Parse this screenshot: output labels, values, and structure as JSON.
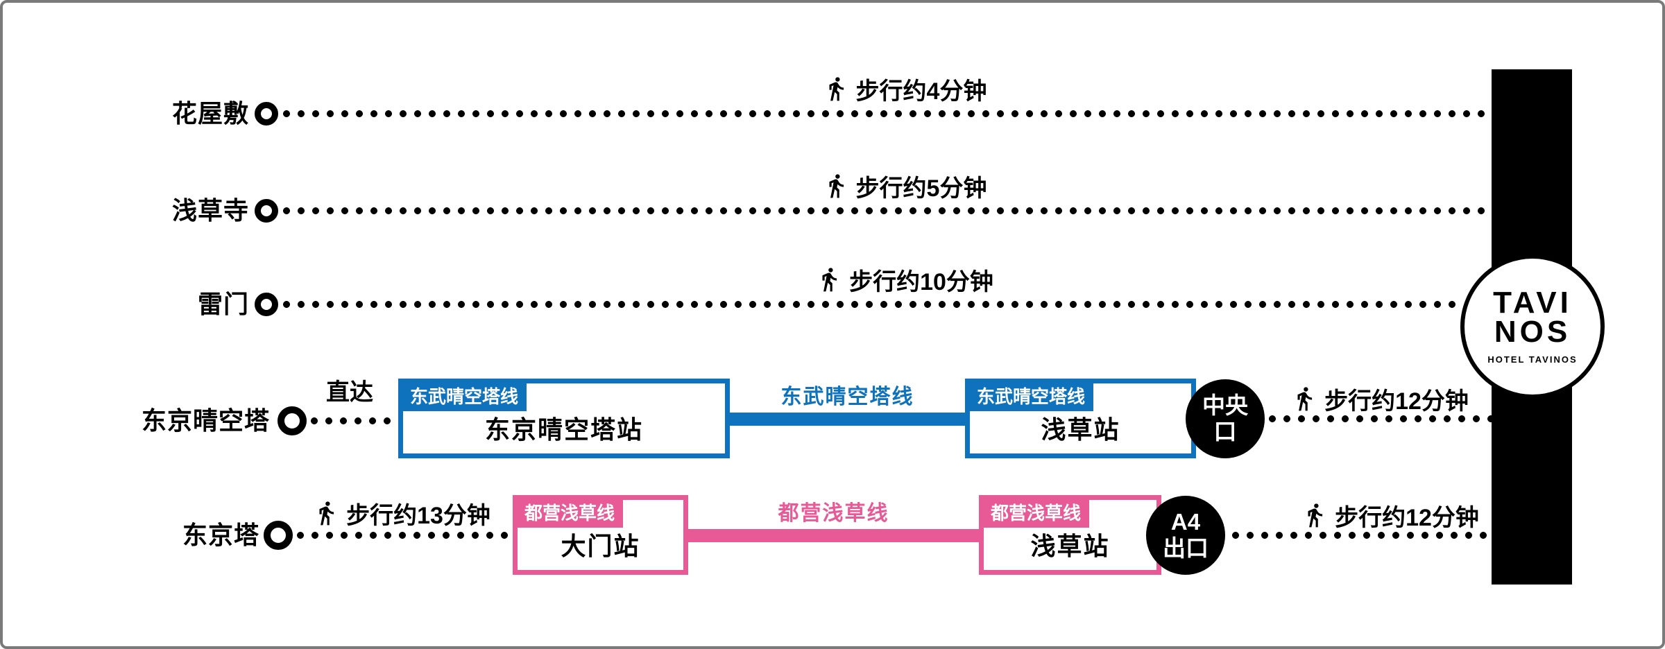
{
  "colors": {
    "tobu_blue": "#0e72bc",
    "toei_pink": "#e85a96",
    "hotel_black": "#000000"
  },
  "logo": {
    "line1": "TAVI",
    "line2": "NOS",
    "subtitle": "HOTEL TAVINOS"
  },
  "routes": {
    "hanayashiki": {
      "label": "花屋敷",
      "walk": "步行约4分钟"
    },
    "sensoji": {
      "label": "浅草寺",
      "walk": "步行约5分钟"
    },
    "kaminarimon": {
      "label": "雷门",
      "walk": "步行约10分钟"
    },
    "skytree": {
      "label": "东京晴空塔",
      "access": "直达",
      "line": "东武晴空塔线",
      "from_station": "东京晴空塔站",
      "to_station": "浅草站",
      "exit_line1": "中央",
      "exit_line2": "口",
      "walk_after": "步行约12分钟"
    },
    "tokyotower": {
      "label": "东京塔",
      "walk_before": "步行约13分钟",
      "line": "都营浅草线",
      "from_station": "大门站",
      "to_station": "浅草站",
      "exit_line1": "A4",
      "exit_line2": "出口",
      "walk_after": "步行约12分钟"
    }
  }
}
